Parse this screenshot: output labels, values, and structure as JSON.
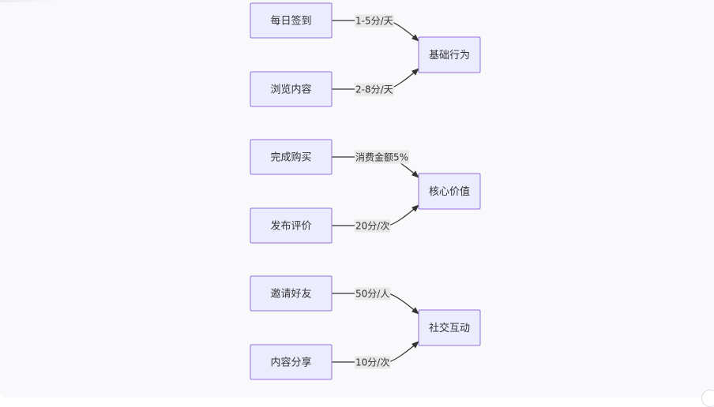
{
  "diagram": {
    "groups": [
      {
        "target": "基础行为",
        "sources": [
          {
            "node": "每日签到",
            "edge_label": "1-5分/天"
          },
          {
            "node": "浏览内容",
            "edge_label": "2-8分/天"
          }
        ]
      },
      {
        "target": "核心价值",
        "sources": [
          {
            "node": "完成购买",
            "edge_label": "消费金额5%"
          },
          {
            "node": "发布评价",
            "edge_label": "20分/次"
          }
        ]
      },
      {
        "target": "社交互动",
        "sources": [
          {
            "node": "邀请好友",
            "edge_label": "50分/人"
          },
          {
            "node": "内容分享",
            "edge_label": "10分/次"
          }
        ]
      }
    ],
    "colors": {
      "node_fill": "#ececff",
      "node_border": "#9370db",
      "edge": "#333333",
      "label_background": "#e8e8e8",
      "canvas": "#f9f9fb"
    }
  }
}
